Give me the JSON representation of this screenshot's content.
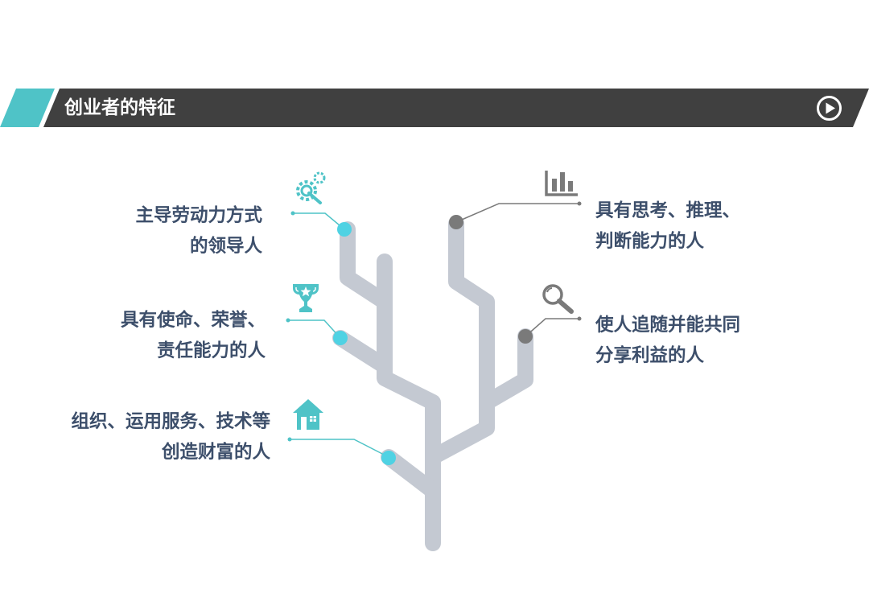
{
  "header": {
    "title": "创业者的特征",
    "play_icon": "play-circle-icon"
  },
  "colors": {
    "header_bg": "#404040",
    "accent": "#4fc3c7",
    "branch": "#c4c9d2",
    "dot_left": "#4fd2e3",
    "dot_right": "#7a7a7a",
    "text": "#3d4f6b"
  },
  "left_items": [
    {
      "icon": "gear-wrench-icon",
      "lines": [
        "主导劳动力方式",
        "的领导人"
      ]
    },
    {
      "icon": "trophy-icon",
      "lines": [
        "具有使命、荣誉、",
        "责任能力的人"
      ]
    },
    {
      "icon": "house-icon",
      "lines": [
        "组织、运用服务、技术等",
        "创造财富的人"
      ]
    }
  ],
  "right_items": [
    {
      "icon": "bar-chart-icon",
      "lines": [
        "具有思考、推理、",
        "判断能力的人"
      ]
    },
    {
      "icon": "magnifier-icon",
      "lines": [
        "使人追随并能共同",
        "分享利益的人"
      ]
    }
  ]
}
